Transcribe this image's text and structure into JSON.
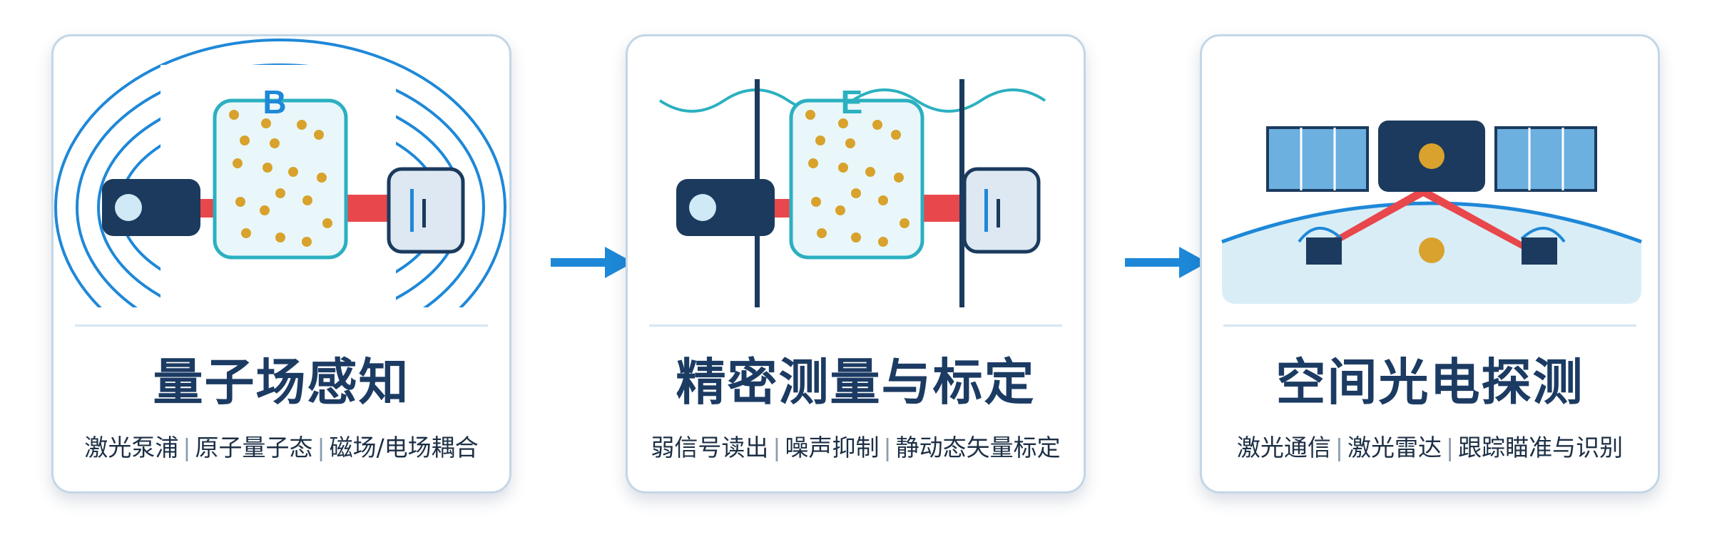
{
  "colors": {
    "navy": "#1b3a5e",
    "accent_blue": "#1e88d8",
    "laser_red": "#e8474b",
    "particle_gold": "#d8a22c",
    "cell_fill": "#e9f7fb",
    "cell_border": "#2bb0c0",
    "card_border": "#c3d6e6"
  },
  "cards": [
    {
      "label": "B",
      "title": "量子场感知",
      "subtitle_items": [
        "激光泵浦",
        "原子量子态",
        "磁场/电场耦合"
      ]
    },
    {
      "label": "E",
      "title": "精密测量与标定",
      "subtitle_items": [
        "弱信号读出",
        "噪声抑制",
        "静动态矢量标定"
      ]
    },
    {
      "title": "空间光电探测",
      "subtitle_items": [
        "激光通信",
        "激光雷达",
        "跟踪瞄准与识别"
      ]
    }
  ],
  "separator": "|",
  "icons": {
    "card1": [
      "magnetic-field-lines-icon",
      "laser-source-icon",
      "laser-beam-icon",
      "atom-vapor-cell-icon",
      "photodetector-icon"
    ],
    "card2": [
      "wave-icon",
      "electrode-plate-icon",
      "laser-source-icon",
      "atom-vapor-cell-icon",
      "photodetector-icon"
    ],
    "card3": [
      "satellite-icon",
      "solar-panel-icon",
      "earth-surface-icon",
      "ground-station-icon",
      "laser-link-icon"
    ],
    "flow": [
      "arrow-right-icon",
      "arrow-right-icon"
    ]
  }
}
